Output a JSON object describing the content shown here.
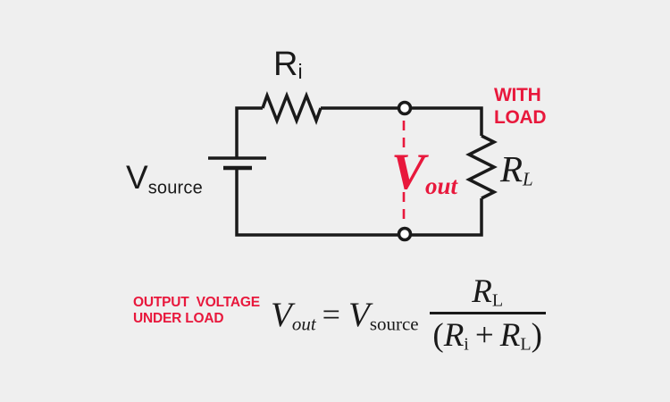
{
  "colors": {
    "background": "#efefef",
    "ink": "#1a1a1a",
    "accent_red": "#e8183c",
    "node_fill": "#ffffff"
  },
  "circuit": {
    "internal_resistor": {
      "base": "R",
      "sub": "i"
    },
    "source": {
      "base": "V",
      "sub": "source"
    },
    "output": {
      "base": "V",
      "sub": "out"
    },
    "load_resistor": {
      "base": "R",
      "sub": "L"
    },
    "load_note": {
      "line1": "WITH",
      "line2": "LOAD"
    }
  },
  "caption": {
    "line1": "OUTPUT VOLTAGE",
    "line2": "UNDER LOAD"
  },
  "formula": {
    "lhs": {
      "base": "V",
      "sub": "out"
    },
    "equals": "=",
    "rhs": {
      "base": "V",
      "sub": "source"
    },
    "fraction": {
      "numerator": {
        "base": "R",
        "sub": "L"
      },
      "denominator": {
        "open": "(",
        "r1": "R",
        "sub1": "i",
        "plus": "+",
        "r2": "R",
        "sub2": "L",
        "close": ")"
      }
    }
  }
}
